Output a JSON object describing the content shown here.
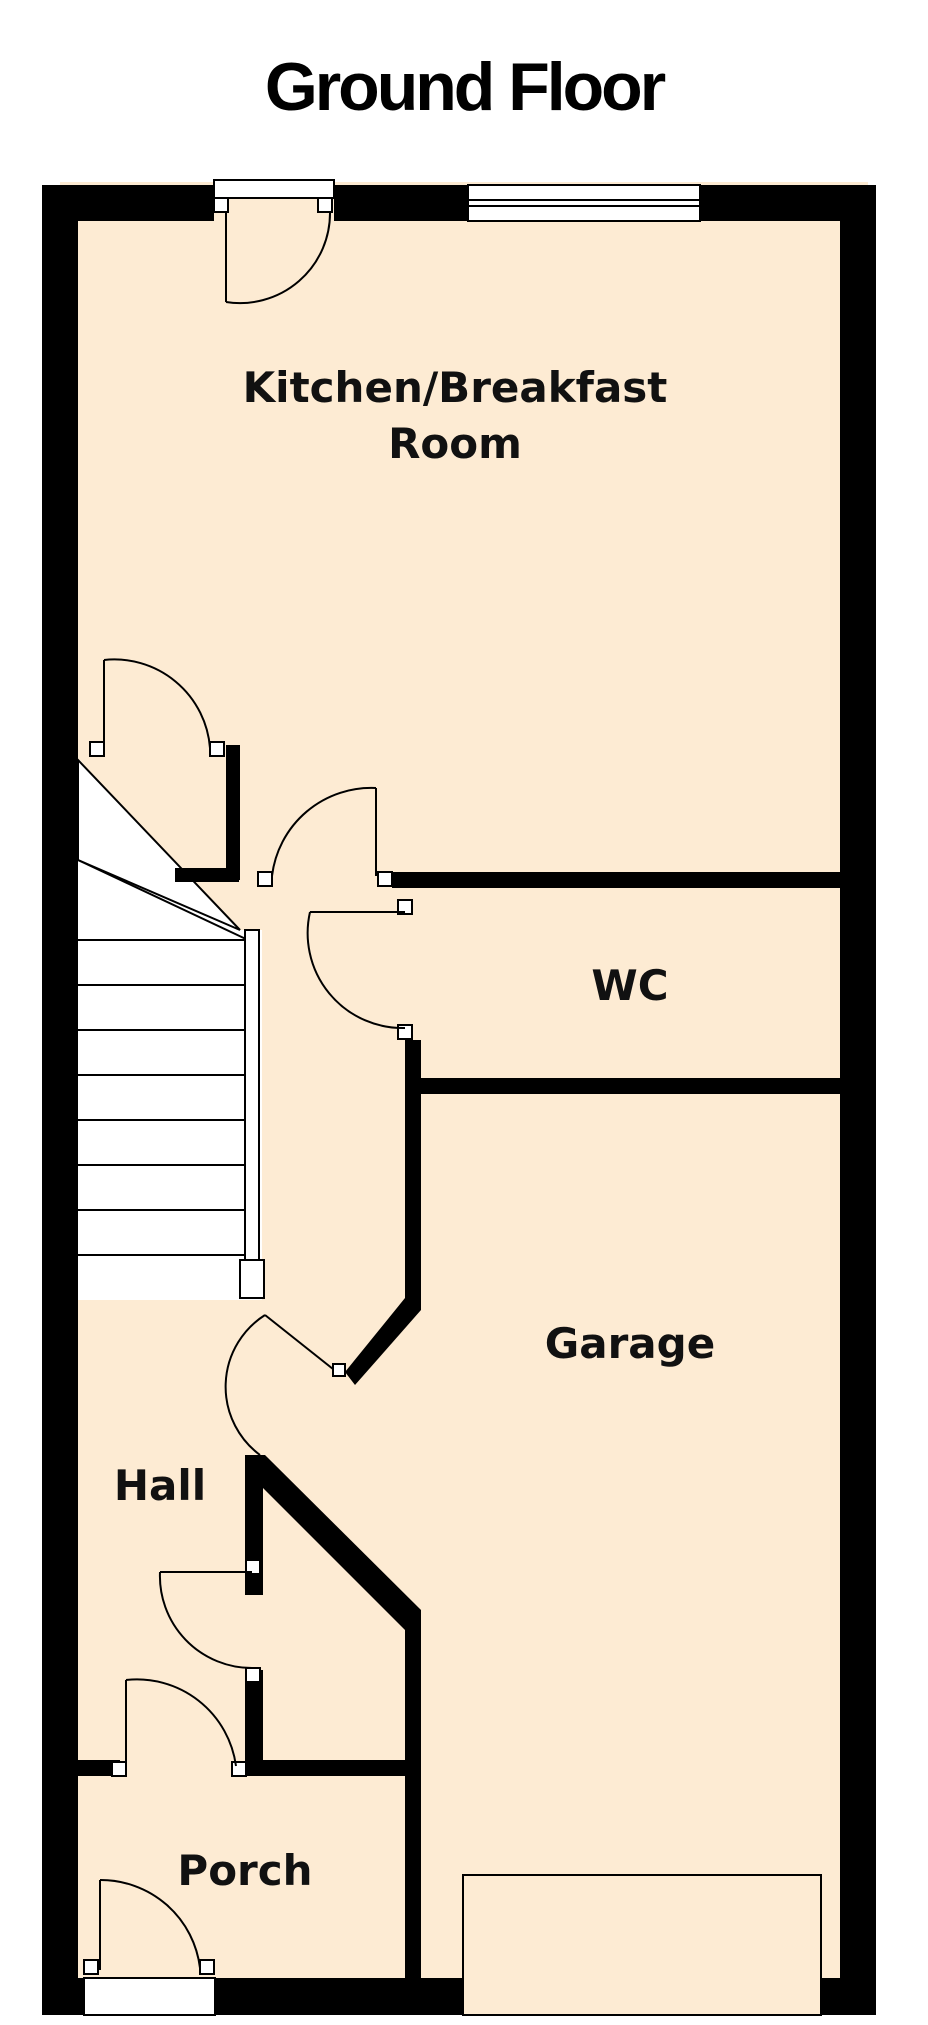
{
  "title": "Ground Floor",
  "rooms": {
    "kitchen_line1": "Kitchen/Breakfast",
    "kitchen_line2": "Room",
    "wc": "WC",
    "garage": "Garage",
    "hall": "Hall",
    "porch": "Porch"
  },
  "colors": {
    "floor": "#fdebd3",
    "wall": "#000000",
    "stair": "#ffffff"
  }
}
